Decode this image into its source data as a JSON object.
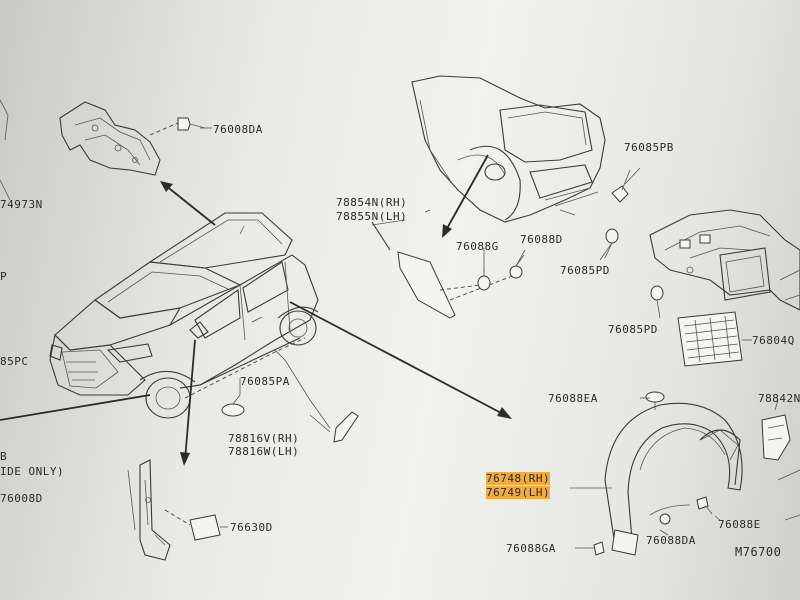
{
  "labels": {
    "p76008DA_top": "76008DA",
    "p74973N": "74973N",
    "p78854N": "78854N(RH)",
    "p78855N": "78855N(LH)",
    "p76085PB": "76085PB",
    "p76088G": "76088G",
    "p76088D": "76088D",
    "p76085PD_a": "76085PD",
    "p76085PD_b": "76085PD",
    "p76804Q": "76804Q",
    "p85PC": "85PC",
    "p76085PA": "76085PA",
    "p78816V": "78816V(RH)",
    "p78816W": "78816W(LH)",
    "p76088EA": "76088EA",
    "p78842N": "78842N",
    "p76748": "76748(RH)",
    "p76749": "76749(LH)",
    "p76088E": "76088E",
    "p76088DA": "76088DA",
    "p76088GA": "76088GA",
    "p76630D": "76630D",
    "p76008D": "76008D",
    "side_only": "IDE ONLY)",
    "frag_P": "P",
    "frag_B": "B",
    "diagram_code": "M76700"
  },
  "highlight_color": "#f2ab3c"
}
